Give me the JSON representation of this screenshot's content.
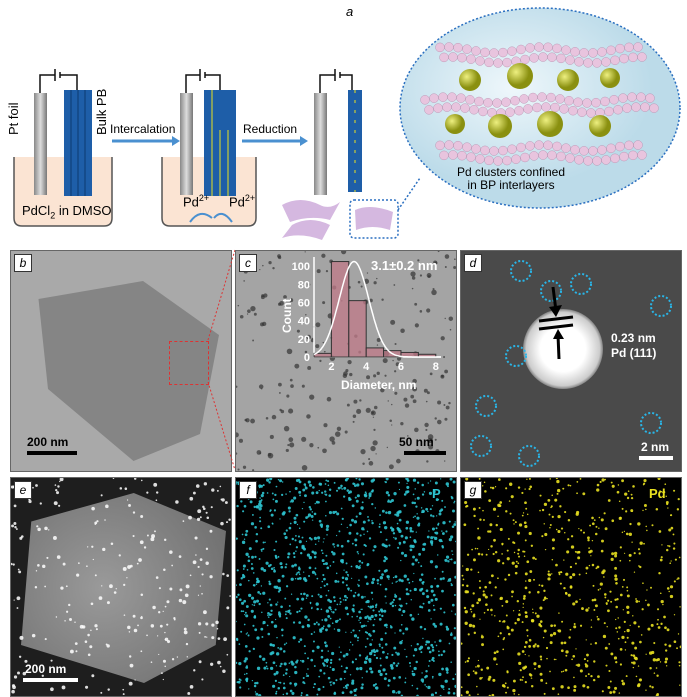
{
  "panel_a": {
    "label": "a",
    "pt_foil": "Pt foil",
    "bulk_pb": "Bulk PB",
    "solution": "PdCl",
    "solution_sub": "2",
    "solution_rest": " in DMSO",
    "intercalation": "Intercalation",
    "reduction": "Reduction",
    "pd_ion": "Pd",
    "pd_charge": "2+",
    "caption_line1": "Pd clusters confined",
    "caption_line2": "in BP interlayers"
  },
  "panel_b": {
    "label": "b",
    "scale": "200 nm"
  },
  "panel_c": {
    "label": "c",
    "scale": "50 nm",
    "annotation": "3.1±0.2 nm"
  },
  "panel_d": {
    "label": "d",
    "scale": "2 nm",
    "spacing": "0.23 nm",
    "plane": "Pd (111)"
  },
  "panel_e": {
    "label": "e",
    "scale": "200 nm"
  },
  "panel_f": {
    "label": "f",
    "element": "P",
    "color": "#2ec4d0"
  },
  "panel_g": {
    "label": "g",
    "element": "Pd",
    "color": "#e8e020"
  },
  "chart_data": {
    "type": "bar",
    "xlabel": "Diameter, nm",
    "ylabel": "Count",
    "xlim": [
      1,
      8.3
    ],
    "ylim": [
      0,
      110
    ],
    "xticks": [
      2,
      4,
      6,
      8
    ],
    "yticks": [
      0,
      20,
      40,
      60,
      80,
      100
    ],
    "bins": [
      [
        1,
        2
      ],
      [
        2,
        3
      ],
      [
        3,
        4
      ],
      [
        4,
        5
      ],
      [
        5,
        6
      ],
      [
        6,
        7
      ],
      [
        7,
        8
      ]
    ],
    "values": [
      4,
      105,
      62,
      10,
      7,
      5,
      3
    ],
    "fit": "gaussian",
    "annotation": "3.1±0.2 nm"
  }
}
